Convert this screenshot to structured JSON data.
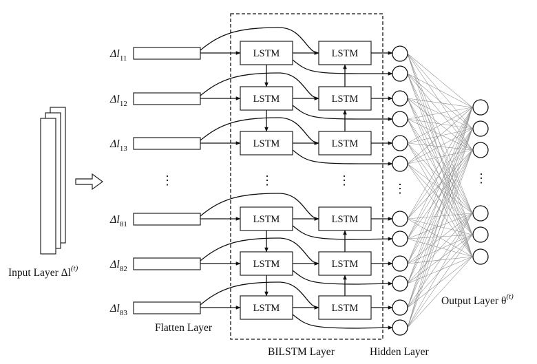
{
  "labels": {
    "input_layer": "Input Layer Δl",
    "input_sup": "(t)",
    "flatten_layer": "Flatten Layer",
    "bilstm_layer": "BILSTM Layer",
    "hidden_layer": "Hidden Layer",
    "output_layer": "Output Layer θ",
    "output_sup": "(t)",
    "lstm": "LSTM",
    "ellipsis": "⋮"
  },
  "rows": [
    {
      "symbol": "Δl",
      "sub": "11"
    },
    {
      "symbol": "Δl",
      "sub": "12"
    },
    {
      "symbol": "Δl",
      "sub": "13"
    },
    {
      "symbol": "Δl",
      "sub": "81"
    },
    {
      "symbol": "Δl",
      "sub": "82"
    },
    {
      "symbol": "Δl",
      "sub": "83"
    }
  ]
}
